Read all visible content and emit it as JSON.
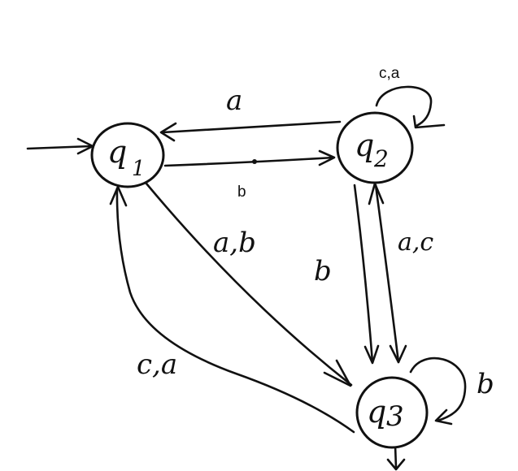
{
  "states": {
    "q1": {
      "name": "q",
      "sub": "1"
    },
    "q2": {
      "name": "q",
      "sub": "2"
    },
    "q3": {
      "name": "q",
      "sub": "3"
    }
  },
  "transitions": {
    "q2_to_q1": "a",
    "q1_to_q2": "b",
    "q2_loop": "c,a",
    "q1_to_q3": "a,b",
    "q3_to_q1": "c,a",
    "q2_to_q3": "b",
    "q3_to_q2": "a,c",
    "q3_loop": "b"
  },
  "colors": {
    "ink": "#111111",
    "paper": "#ffffff"
  }
}
